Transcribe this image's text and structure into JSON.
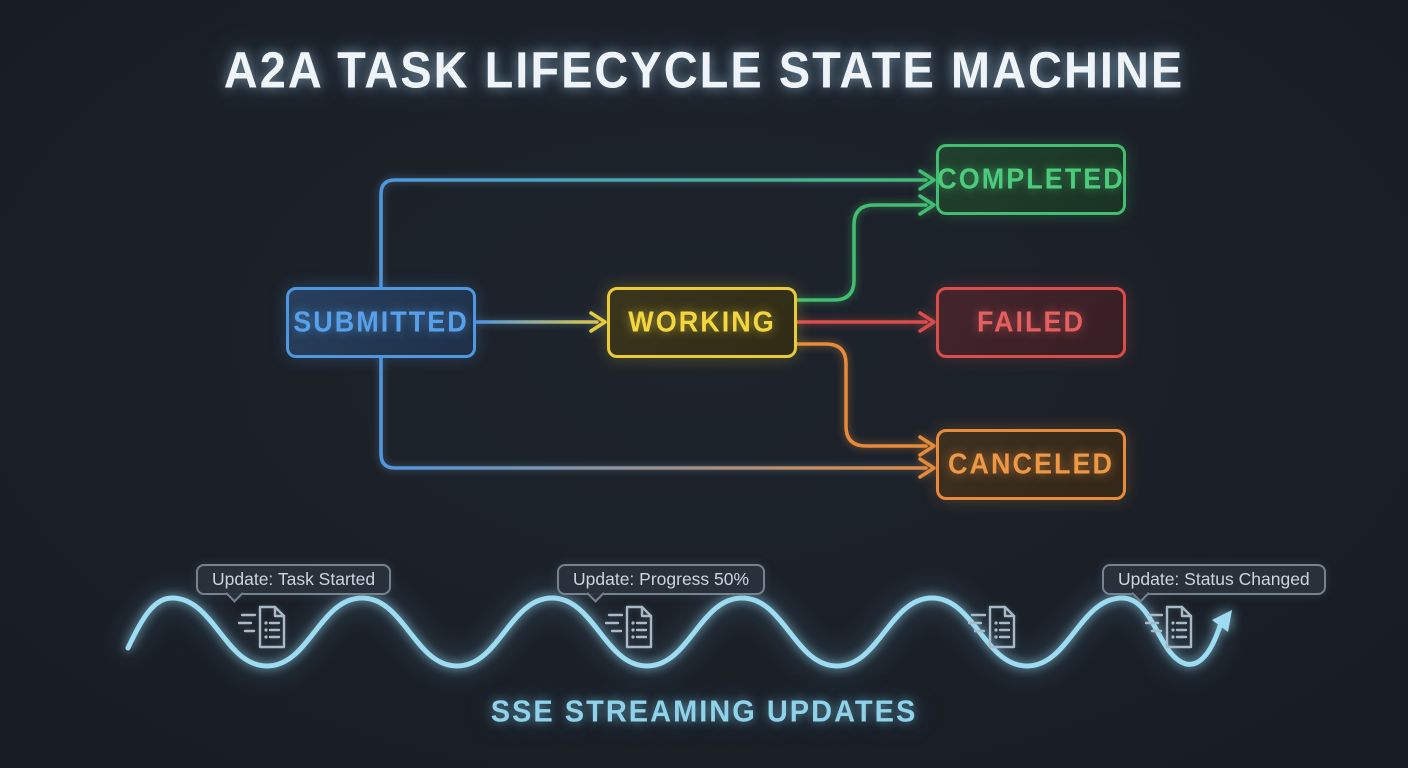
{
  "title": "A2A TASK LIFECYCLE STATE MACHINE",
  "background": "#1b2027",
  "states": {
    "submitted": {
      "label": "SUBMITTED",
      "color": "#4f97e0"
    },
    "working": {
      "label": "WORKING",
      "color": "#e9cb38"
    },
    "completed": {
      "label": "COMPLETED",
      "color": "#43bd71"
    },
    "failed": {
      "label": "FAILED",
      "color": "#d94d4d"
    },
    "canceled": {
      "label": "CANCELED",
      "color": "#e68a3c"
    }
  },
  "transitions": [
    {
      "from": "SUBMITTED",
      "to": "COMPLETED",
      "color": "#43bd71"
    },
    {
      "from": "SUBMITTED",
      "to": "WORKING",
      "color": "#e9cb38"
    },
    {
      "from": "SUBMITTED",
      "to": "CANCELED",
      "color": "#e68a3c"
    },
    {
      "from": "WORKING",
      "to": "COMPLETED",
      "color": "#43bd71"
    },
    {
      "from": "WORKING",
      "to": "FAILED",
      "color": "#d94d4d"
    },
    {
      "from": "WORKING",
      "to": "CANCELED",
      "color": "#e68a3c"
    }
  ],
  "stream": {
    "title": "SSE STREAMING UPDATES",
    "wave_color": "#9edcf2",
    "icon": "document-stream-icon",
    "events": [
      {
        "label": "Update: Task Started"
      },
      {
        "label": "Update: Progress 50%"
      },
      {
        "label": "Update: Status Changed"
      }
    ]
  }
}
